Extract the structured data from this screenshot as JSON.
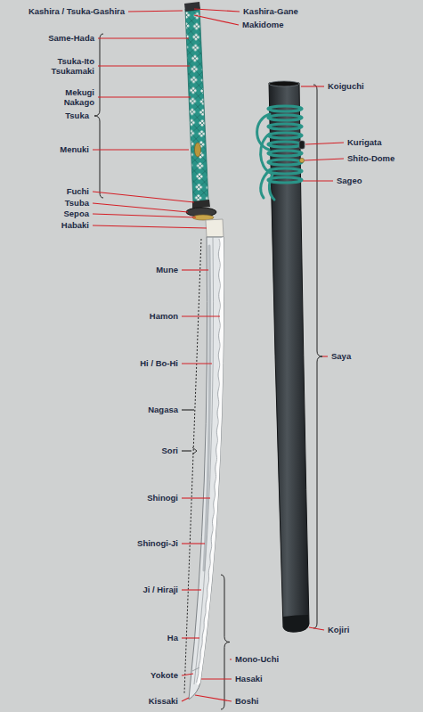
{
  "diagram": {
    "labels": [
      "Kashira / Tsuka-Gashira",
      "Kashira-Gane",
      "Makidome",
      "Same-Hada",
      "Tsuka-Ito Tsukamaki",
      "Mekugi Nakago",
      "Tsuka",
      "Menuki",
      "Fuchi",
      "Tsuba",
      "Sepoa",
      "Habaki",
      "Koiguchi",
      "Kurigata",
      "Shito-Dome",
      "Sageo",
      "Mune",
      "Hamon",
      "Hi / Bo-Hi",
      "Saya",
      "Nagasa",
      "Sori",
      "Shinogi",
      "Shinogi-Ji",
      "Ji / Hiraji",
      "Kojiri",
      "Ha",
      "Mono-Uchi",
      "Yokote",
      "Hasaki",
      "Kissaki",
      "Boshi"
    ]
  }
}
